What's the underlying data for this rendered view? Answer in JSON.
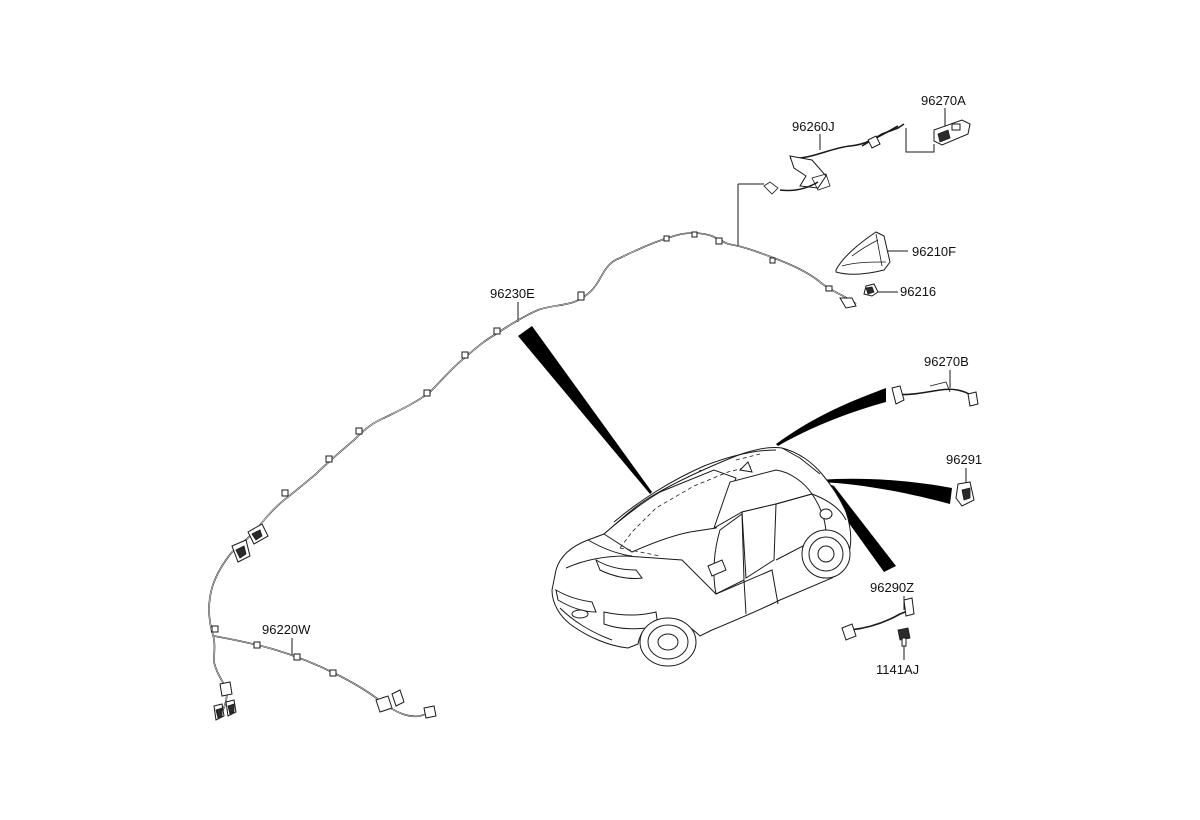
{
  "diagram": {
    "colors": {
      "line": "#1a1a1a",
      "background": "#ffffff",
      "pointer": "#000000"
    },
    "parts": [
      {
        "id": "96270A",
        "label": "96270A"
      },
      {
        "id": "96260J",
        "label": "96260J"
      },
      {
        "id": "96210F",
        "label": "96210F"
      },
      {
        "id": "96216",
        "label": "96216"
      },
      {
        "id": "96230E",
        "label": "96230E"
      },
      {
        "id": "96270B",
        "label": "96270B"
      },
      {
        "id": "96291",
        "label": "96291"
      },
      {
        "id": "96290Z",
        "label": "96290Z"
      },
      {
        "id": "1141AJ",
        "label": "1141AJ"
      },
      {
        "id": "96220W",
        "label": "96220W"
      }
    ]
  }
}
